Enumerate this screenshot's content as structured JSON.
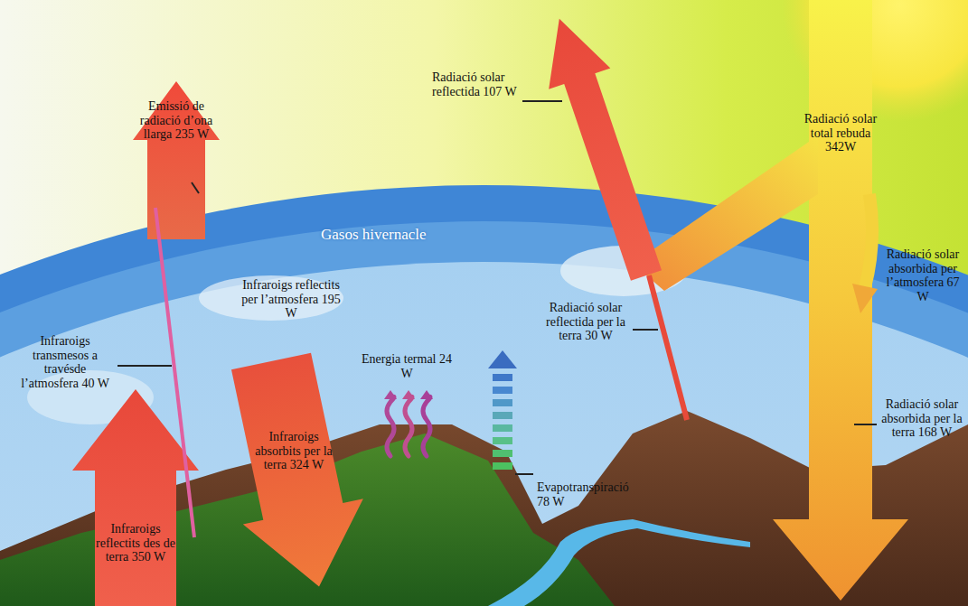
{
  "diagram": {
    "labels": [
      "Radiació solar total rebuda 342W",
      "Radiació solar reflectida 107 W",
      "Emissió de radiació d’ona llarga 235 W",
      "Gasos hivernacle",
      "Radiació solar absorbida per l’atmosfera 67 W",
      "Infraroigs reflectits per l’atmosfera 195 W",
      "Infraroigs transmesos a travésde l’atmosfera 40 W",
      "Energia termal 24 W",
      "Radiació solar reflectida per la terra 30 W",
      "Infraroigs absorbits per la terra 324 W",
      "Evapotranspiració 78 W",
      "Radiació solar absorbida per la terra 168 W",
      "Infraroigs reflectits des de terra 350 W"
    ]
  }
}
